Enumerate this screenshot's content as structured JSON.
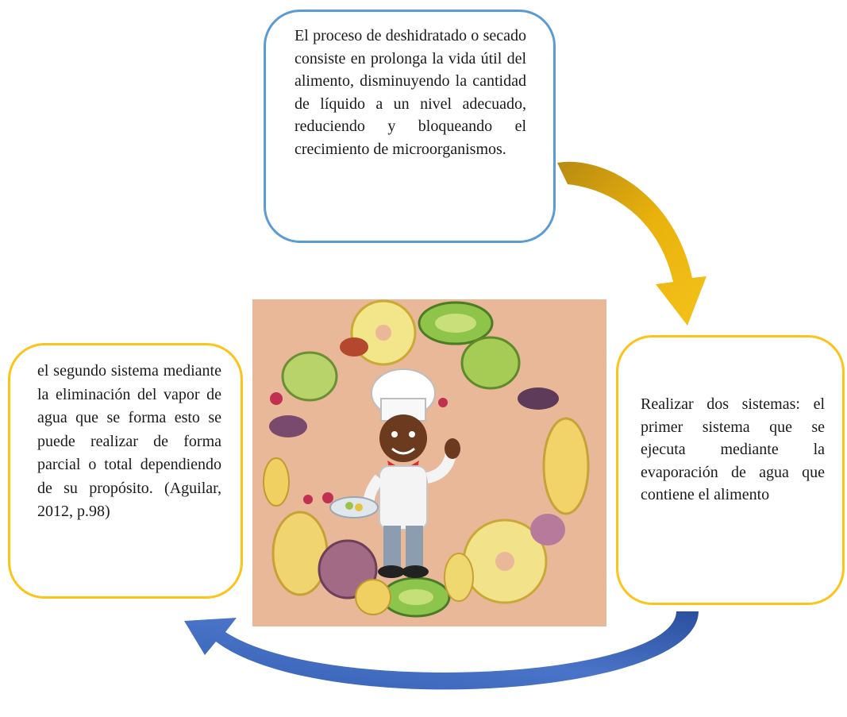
{
  "boxes": {
    "top": "El proceso de deshidratado o secado consiste en prolonga la vida útil del alimento, disminuyendo la cantidad de líquido a un nivel adecuado, reduciendo y bloqueando el crecimiento de microorganismos.",
    "right": "Realizar dos sistemas: el primer sistema que se ejecuta mediante la evaporación de agua que contiene el alimento",
    "left": "el segundo sistema mediante la eliminación del vapor de agua que se forma esto se puede realizar de forma parcial o total dependiendo de su propósito. (Aguilar, 2012, p.98)"
  },
  "colors": {
    "top_border": "#5b9bd5",
    "side_border": "#fcc419",
    "arrow_gold": "#e0a800",
    "arrow_blue": "#3a63b8",
    "illustration_bg": "#e9b898"
  },
  "illustration": {
    "subject": "chef surrounded by dried fruit slices",
    "icon": "chef-illustration-icon"
  }
}
